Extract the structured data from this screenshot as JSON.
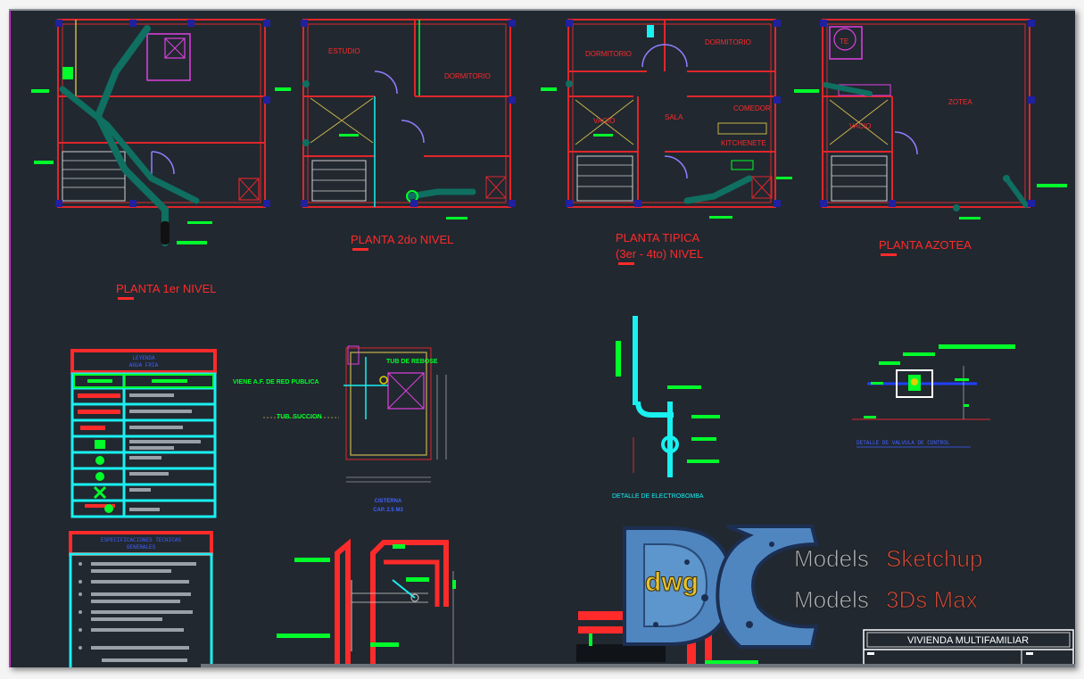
{
  "colors": {
    "background": "#212830",
    "wall": "#e0262b",
    "hatch": "#ff2a2a",
    "door": "#8f7fff",
    "pipe_green": "#00ff2a",
    "pipe_teal": "#0f6f60",
    "cyan": "#19f0f0",
    "yellow": "#c8b44a",
    "magenta": "#e040e0",
    "title_red": "#ff2a2a"
  },
  "plans": {
    "first": {
      "title": "PLANTA 1er NIVEL"
    },
    "second": {
      "title": "PLANTA 2do NIVEL",
      "rooms": [
        "ESTUDIO",
        "DORMITORIO"
      ]
    },
    "typical": {
      "title_line1": "PLANTA TIPICA",
      "title_line2": "(3er - 4to) NIVEL",
      "rooms": [
        "DORMITORIO",
        "DORMITORIO",
        "VACIO",
        "SALA",
        "COMEDOR",
        "KITCHENETE"
      ]
    },
    "roof": {
      "title": "PLANTA AZOTEA",
      "rooms": [
        "TE",
        "ZOTEA",
        "VACIO"
      ]
    }
  },
  "cistern": {
    "label_overflow": "TUB DE REBOSE",
    "label_public": "VIENE A.F. DE RED PUBLICA",
    "label_suction": "TUB. SUCCION",
    "caption_line1": "CISTERNA",
    "caption_line2": "CAP. 2.5 M3"
  },
  "pump": {
    "caption": "DETALLE DE ELECTROBOMBA"
  },
  "valve": {
    "caption": "DETALLE DE VALVULA DE CONTROL"
  },
  "legend": {
    "title_line1": "LEYENDA",
    "title_line2": "AGUA FRIA"
  },
  "specs": {
    "title_line1": "ESPECIFICACIONES TECNICAS",
    "title_line2": "GENERALES"
  },
  "watermark": {
    "dwg": "dwg",
    "line1_a": "Models",
    "line1_b": "Sketchup",
    "line2_a": "Models",
    "line2_b": "3Ds Max"
  },
  "titleblock": {
    "project": "VIVIENDA MULTIFAMILIAR"
  }
}
